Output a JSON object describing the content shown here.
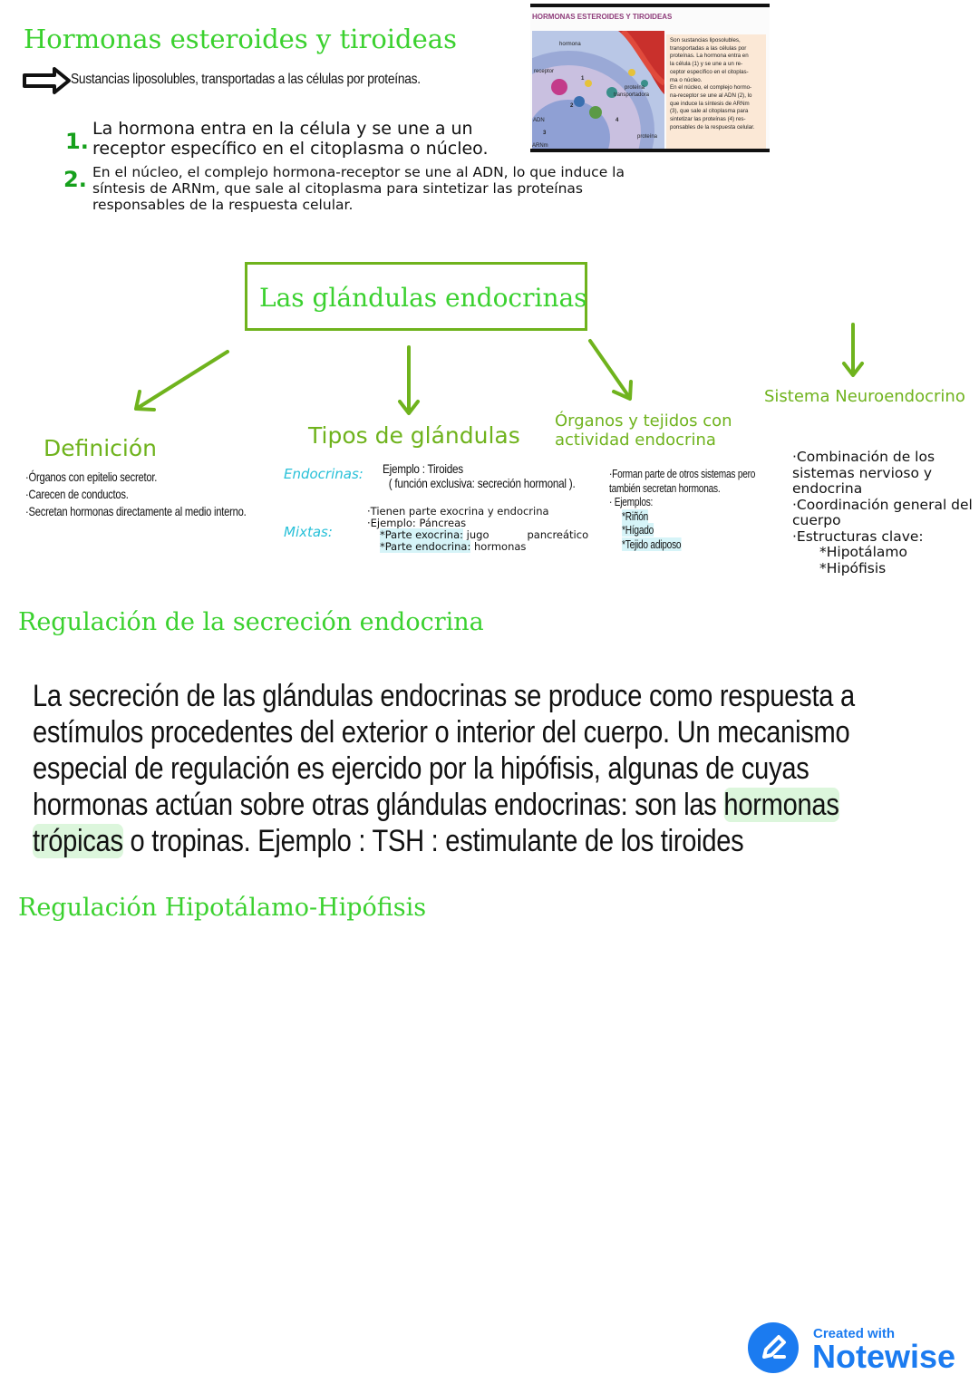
{
  "section1": {
    "title": "Hormonas esteroides y tiroideas",
    "summary": "Sustancias liposolubles, transportadas a las células por proteínas.",
    "steps": [
      {
        "number": "1.",
        "lines": [
          "La hormona entra en la célula y se une a un",
          "receptor específico en el citoplasma o núcleo."
        ]
      },
      {
        "number": "2.",
        "lines": [
          "En el núcleo, el complejo hormona-receptor se une al ADN, lo que induce la",
          "síntesis de ARNm, que sale al citoplasma para sintetizar las proteínas",
          "responsables de la respuesta celular."
        ]
      }
    ]
  },
  "figure": {
    "title": "HORMONAS ESTEROIDES Y TIROIDEAS",
    "labels": {
      "hormona": "hormona",
      "receptor": "receptor",
      "proteina_transportadora_1": "proteína",
      "proteina_transportadora_2": "transportadora",
      "adn": "ADN",
      "arnm": "ARNm",
      "proteina": "proteína",
      "n1": "1",
      "n2": "2",
      "n3": "3",
      "n4": "4"
    },
    "text_lines": [
      "Son sustancias liposolubles,",
      "transportadas a las células por",
      "proteínas. La hormona entra en",
      "la célula (1) y se une a un re-",
      "ceptor específico en el citoplas-",
      "ma o núcleo.",
      "En el núcleo, el complejo hormo-",
      "na-receptor se une al ADN (2), lo",
      "que induce la síntesis de ARNm",
      "(3), que sale al citoplasma para",
      "sintetizar las proteínas (4) res-",
      "ponsables de la respuesta celular."
    ]
  },
  "map": {
    "title": "Las glándulas endocrinas",
    "definicion": {
      "heading": "Definición",
      "items": [
        "·Órganos con epitelio secretor.",
        "·Carecen de conductos.",
        "·Secretan hormonas directamente al medio interno."
      ]
    },
    "tipos": {
      "heading": "Tipos de glándulas",
      "endocrinas_label": "Endocrinas:",
      "endocrinas_lines": [
        "Ejemplo : Tiroides",
        "( función exclusiva: secreción hormonal )."
      ],
      "mixtas_label": "Mixtas:",
      "mixtas_line1": "·Tienen parte exocrina y endocrina",
      "mixtas_line2": "·Ejemplo: Páncreas",
      "exocrina_label": "*Parte exocrina:",
      "exocrina_value": "jugo",
      "exocrina_value2": "pancreático",
      "endocrina_label": "*Parte endocrina:",
      "endocrina_value": "hormonas"
    },
    "organos": {
      "heading_lines": [
        "Órganos y tejidos con",
        "actividad endocrina"
      ],
      "lines": [
        "·Forman parte de otros sistemas pero",
        "también secretan hormonas.",
        "· Ejemplos:"
      ],
      "examples": [
        "*Riñón",
        "*Hígado",
        "*Tejido adiposo"
      ]
    },
    "neuro": {
      "heading": "Sistema Neuroendocrino",
      "lines": [
        "·Combinación de los",
        "sistemas nervioso y",
        "endocrina",
        "·Coordinación general del",
        "cuerpo",
        "·Estructuras clave:"
      ],
      "structures": [
        "*Hipotálamo",
        "*Hipófisis"
      ]
    }
  },
  "regulacion": {
    "title": "Regulación de la secreción endocrina",
    "line1": "La secreción de las glándulas endocrinas se produce como respuesta a",
    "line2": "estímulos procedentes del exterior o interior del cuerpo. Un mecanismo",
    "line3": "especial de regulación es ejercido por la hipófisis, algunas de cuyas",
    "line4_pre": "hormonas actúan sobre otras glándulas endocrinas: son las ",
    "line4_hl": "hormonas",
    "line5_hl": "trópicas",
    "line5_post": " o tropinas. Ejemplo : TSH : estimulante de los tiroides"
  },
  "regulacion2": {
    "title": "Regulación Hipotálamo-Hipófisis"
  },
  "footer": {
    "created_with": "Created with",
    "brand": "Notewise"
  },
  "colors": {
    "title_green": "#3bd12f",
    "olive": "#6fb31d",
    "cyan": "#27c0d8",
    "number_green": "#16a01c",
    "brand_blue": "#1b7bf0"
  }
}
